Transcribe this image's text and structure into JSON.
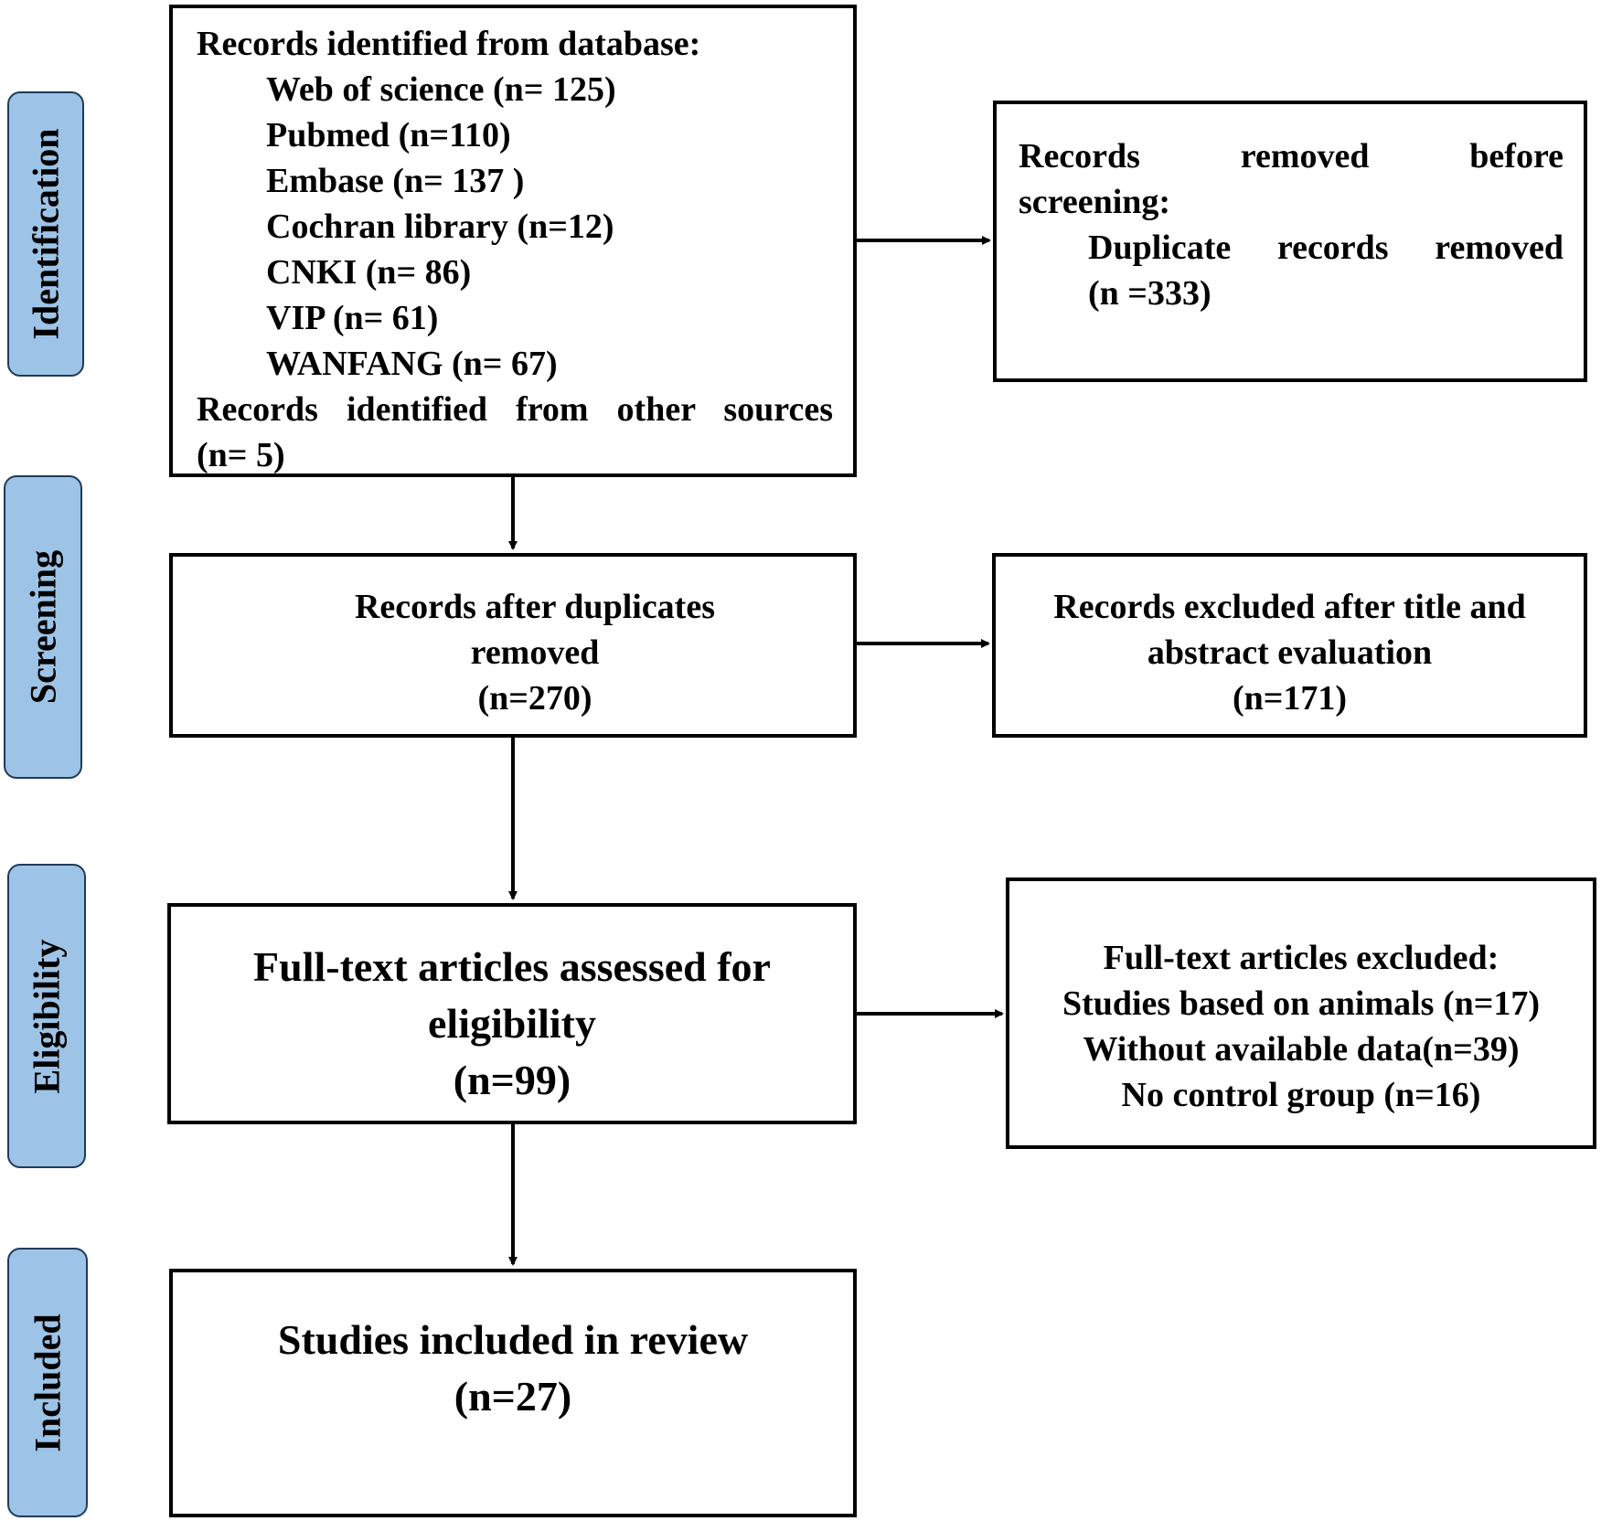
{
  "phases": {
    "identification": "Identification",
    "screening": "Screening",
    "eligibility": "Eligibility",
    "included": "Included"
  },
  "identification_box": {
    "heading": "Records identified from database:",
    "databases": [
      "Web of science (n= 125)",
      "Pubmed (n=110)",
      "Embase (n= 137 )",
      "Cochran library (n=12)",
      "CNKI (n= 86)",
      "VIP (n= 61)",
      "WANFANG (n= 67)"
    ],
    "other_line1": "Records identified from other sources",
    "other_line2": "(n= 5)"
  },
  "removed_box": {
    "line1": "Records removed before",
    "line2": "screening:",
    "line3": "Duplicate records removed",
    "line4": "(n =333)"
  },
  "screening_box": {
    "line1": "Records after duplicates",
    "line2": "removed",
    "line3": "(n=270)"
  },
  "excluded_box": {
    "line1": "Records excluded after title and",
    "line2": "abstract evaluation",
    "line3": "(n=171)"
  },
  "eligibility_box": {
    "line1": "Full-text articles assessed for",
    "line2": "eligibility",
    "line3": "(n=99)"
  },
  "fulltext_excluded_box": {
    "line1": "Full-text articles excluded:",
    "line2": "Studies based on animals (n=17)",
    "line3": "Without available data(n=39)",
    "line4": "No control group (n=16)"
  },
  "included_box": {
    "line1": "Studies included in review",
    "line2": "(n=27)"
  }
}
